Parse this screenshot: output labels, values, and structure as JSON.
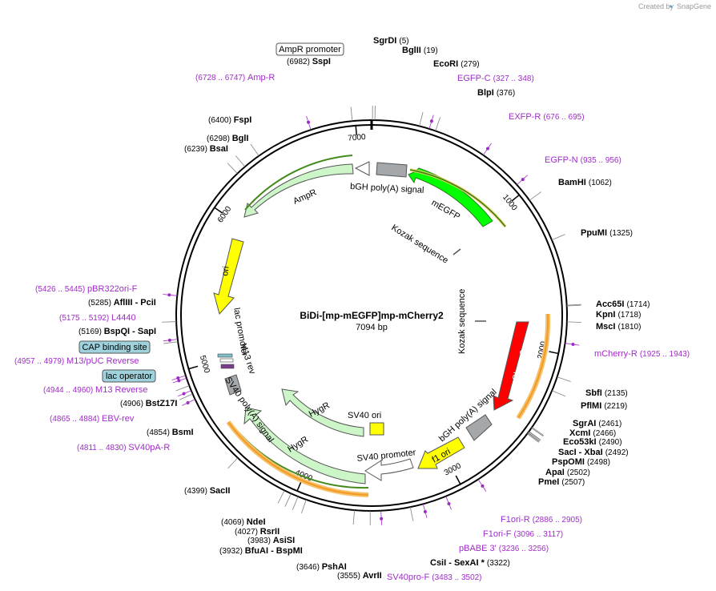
{
  "header": {
    "created_by": "Created by",
    "brand": "SnapGene"
  },
  "plasmid": {
    "name": "BiDi-[mp-mEGFP]mp-mCherry2",
    "length_label": "7094 bp",
    "length": 7094
  },
  "ticks": [
    "1000",
    "2000",
    "3000",
    "4000",
    "5000",
    "6000",
    "7000"
  ],
  "colors": {
    "backbone": "#000000",
    "primer": "#a02cc8",
    "egfp": "#00ff00",
    "mcherry": "#ff0000",
    "ori": "#ffff00",
    "drug_marker": "#ccf5c8",
    "promoter": "#ffffff",
    "polya": "#a4a8ab",
    "translation_outline": "#f5a623",
    "translation_inner": "#448a1c"
  },
  "enzymes": [
    {
      "name": "SgrDI",
      "pos": "(5)",
      "bp": 5
    },
    {
      "name": "BglII",
      "pos": "(19)",
      "bp": 19
    },
    {
      "name": "EcoRI",
      "pos": "(279)",
      "bp": 279
    },
    {
      "name": "BlpI",
      "pos": "(376)",
      "bp": 376
    },
    {
      "name": "BamHI",
      "pos": "(1062)",
      "bp": 1062
    },
    {
      "name": "PpuMI",
      "pos": "(1325)",
      "bp": 1325
    },
    {
      "name": "Acc65I",
      "pos": "(1714)",
      "bp": 1714
    },
    {
      "name": "KpnI",
      "pos": "(1718)",
      "bp": 1718
    },
    {
      "name": "MscI",
      "pos": "(1810)",
      "bp": 1810
    },
    {
      "name": "SbfI",
      "pos": "(2135)",
      "bp": 2135
    },
    {
      "name": "PflMI",
      "pos": "(2219)",
      "bp": 2219
    },
    {
      "name": "SgrAI",
      "pos": "(2461)",
      "bp": 2461
    },
    {
      "name": "XcmI",
      "pos": "(2466)",
      "bp": 2466
    },
    {
      "name": "Eco53kI",
      "pos": "(2490)",
      "bp": 2490
    },
    {
      "name": "SacI - XbaI",
      "pos": "(2492)",
      "bp": 2492
    },
    {
      "name": "PspOMI",
      "pos": "(2498)",
      "bp": 2498
    },
    {
      "name": "ApaI",
      "pos": "(2502)",
      "bp": 2502
    },
    {
      "name": "PmeI",
      "pos": "(2507)",
      "bp": 2507
    },
    {
      "name": "CsiI - SexAI *",
      "pos": "(3322)",
      "bp": 3322
    },
    {
      "name": "AvrII",
      "pos": "(3555)",
      "bp": 3555
    },
    {
      "name": "PshAI",
      "pos": "(3646)",
      "bp": 3646
    },
    {
      "name": "BfuAI - BspMI",
      "pos": "(3932)",
      "bp": 3932
    },
    {
      "name": "AsiSI",
      "pos": "(3983)",
      "bp": 3983
    },
    {
      "name": "RsrII",
      "pos": "(4027)",
      "bp": 4027
    },
    {
      "name": "NdeI",
      "pos": "(4069)",
      "bp": 4069
    },
    {
      "name": "SacII",
      "pos": "(4399)",
      "bp": 4399
    },
    {
      "name": "BsmI",
      "pos": "(4854)",
      "bp": 4854
    },
    {
      "name": "BstZ17I",
      "pos": "(4906)",
      "bp": 4906
    },
    {
      "name": "BspQI - SapI",
      "pos": "(5169)",
      "bp": 5169
    },
    {
      "name": "AflIII - PciI",
      "pos": "(5285)",
      "bp": 5285
    },
    {
      "name": "BsaI",
      "pos": "(6239)",
      "bp": 6239
    },
    {
      "name": "BglI",
      "pos": "(6298)",
      "bp": 6298
    },
    {
      "name": "FspI",
      "pos": "(6400)",
      "bp": 6400
    },
    {
      "name": "SspI",
      "pos": "(6982)",
      "bp": 6982
    }
  ],
  "primers": [
    {
      "name": "EGFP-C",
      "pos": "(327 .. 348)",
      "bp": 338
    },
    {
      "name": "EXFP-R",
      "pos": "(676 .. 695)",
      "bp": 686
    },
    {
      "name": "EGFP-N",
      "pos": "(935 .. 956)",
      "bp": 946
    },
    {
      "name": "mCherry-R",
      "pos": "(1925 .. 1943)",
      "bp": 1934
    },
    {
      "name": "F1ori-R",
      "pos": "(2886 .. 2905)",
      "bp": 2896
    },
    {
      "name": "F1ori-F",
      "pos": "(3096 .. 3117)",
      "bp": 3107
    },
    {
      "name": "pBABE 3'",
      "pos": "(3236 .. 3256)",
      "bp": 3246
    },
    {
      "name": "SV40pro-F",
      "pos": "(3483 .. 3502)",
      "bp": 3493
    },
    {
      "name": "SV40pA-R",
      "pos": "(4811 .. 4830)",
      "bp": 4820
    },
    {
      "name": "EBV-rev",
      "pos": "(4865 .. 4884)",
      "bp": 4875
    },
    {
      "name": "M13 Reverse",
      "pos": "(4944 .. 4960)",
      "bp": 4952
    },
    {
      "name": "M13/pUC Reverse",
      "pos": "(4957 .. 4979)",
      "bp": 4968
    },
    {
      "name": "L4440",
      "pos": "(5175 .. 5192)",
      "bp": 5183
    },
    {
      "name": "pBR322ori-F",
      "pos": "(5426 .. 5445)",
      "bp": 5435
    },
    {
      "name": "Amp-R",
      "pos": "(6728 .. 6747)",
      "bp": 6737
    }
  ],
  "boxed_features": [
    "AmpR promoter",
    "CAP binding site",
    "lac operator"
  ],
  "features": {
    "mEGFP": "mEGFP",
    "mCherry2": "mCherry2",
    "AmpR": "AmpR",
    "ori": "ori",
    "f1ori": "f1 ori",
    "HygR_outer": "HygR",
    "HygR_inner": "HygR",
    "bgh1": "bGH poly(A) signal",
    "bgh2": "bGH poly(A) signal",
    "kozak1": "Kozak sequence",
    "kozak2": "Kozak sequence",
    "sv40ori": "SV40 ori",
    "sv40prom": "SV40 promoter",
    "sv40pa": "SV40 poly(A) signal",
    "lacprom": "lac promoter",
    "m13rev": "M13 rev"
  }
}
